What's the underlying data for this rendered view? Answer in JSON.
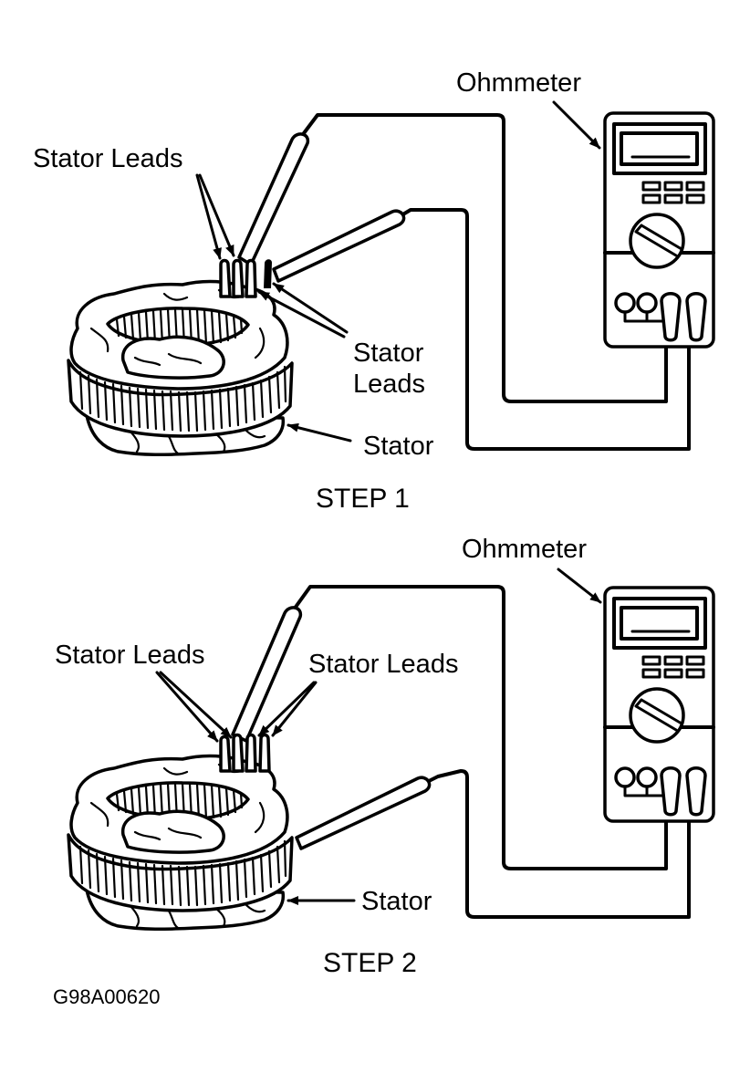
{
  "colors": {
    "line": "#000000",
    "background": "#ffffff"
  },
  "steps": [
    {
      "caption": "STEP 1",
      "labels": {
        "ohmmeter": "Ohmmeter",
        "stator_leads_left": "Stator Leads",
        "stator_leads_right_line1": "Stator",
        "stator_leads_right_line2": "Leads",
        "stator": "Stator"
      }
    },
    {
      "caption": "STEP 2",
      "labels": {
        "ohmmeter": "Ohmmeter",
        "stator_leads_left": "Stator Leads",
        "stator_leads_right": "Stator Leads",
        "stator": "Stator"
      }
    }
  ],
  "figure_code": "G98A00620"
}
